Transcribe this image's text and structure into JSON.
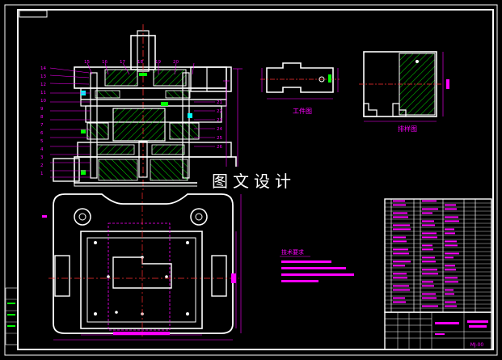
{
  "watermark": "图文设计",
  "views": {
    "workpiece_title": "工件图",
    "strip_title": "排样图"
  },
  "notes": {
    "title": "技术要求"
  },
  "title_block": {
    "drawing_no": "MJ-00"
  },
  "part_numbers_left": [
    "14",
    "13",
    "12",
    "11",
    "10",
    "9",
    "8",
    "7",
    "6",
    "5",
    "4",
    "3",
    "2",
    "1"
  ],
  "part_numbers_top": [
    "15",
    "16",
    "17",
    "18",
    "19",
    "20"
  ],
  "part_numbers_right": [
    "21",
    "22",
    "23",
    "24",
    "25",
    "26"
  ],
  "colors": {
    "background": "#000000",
    "frame": "#ffffff",
    "outline": "#ffffff",
    "centerline": "#ff3030",
    "dimension": "#ff00ff",
    "hatch": "#00ff00",
    "highlight": "#00ffff",
    "note_text": "#ff00ff",
    "watermark": "#ffffff"
  }
}
